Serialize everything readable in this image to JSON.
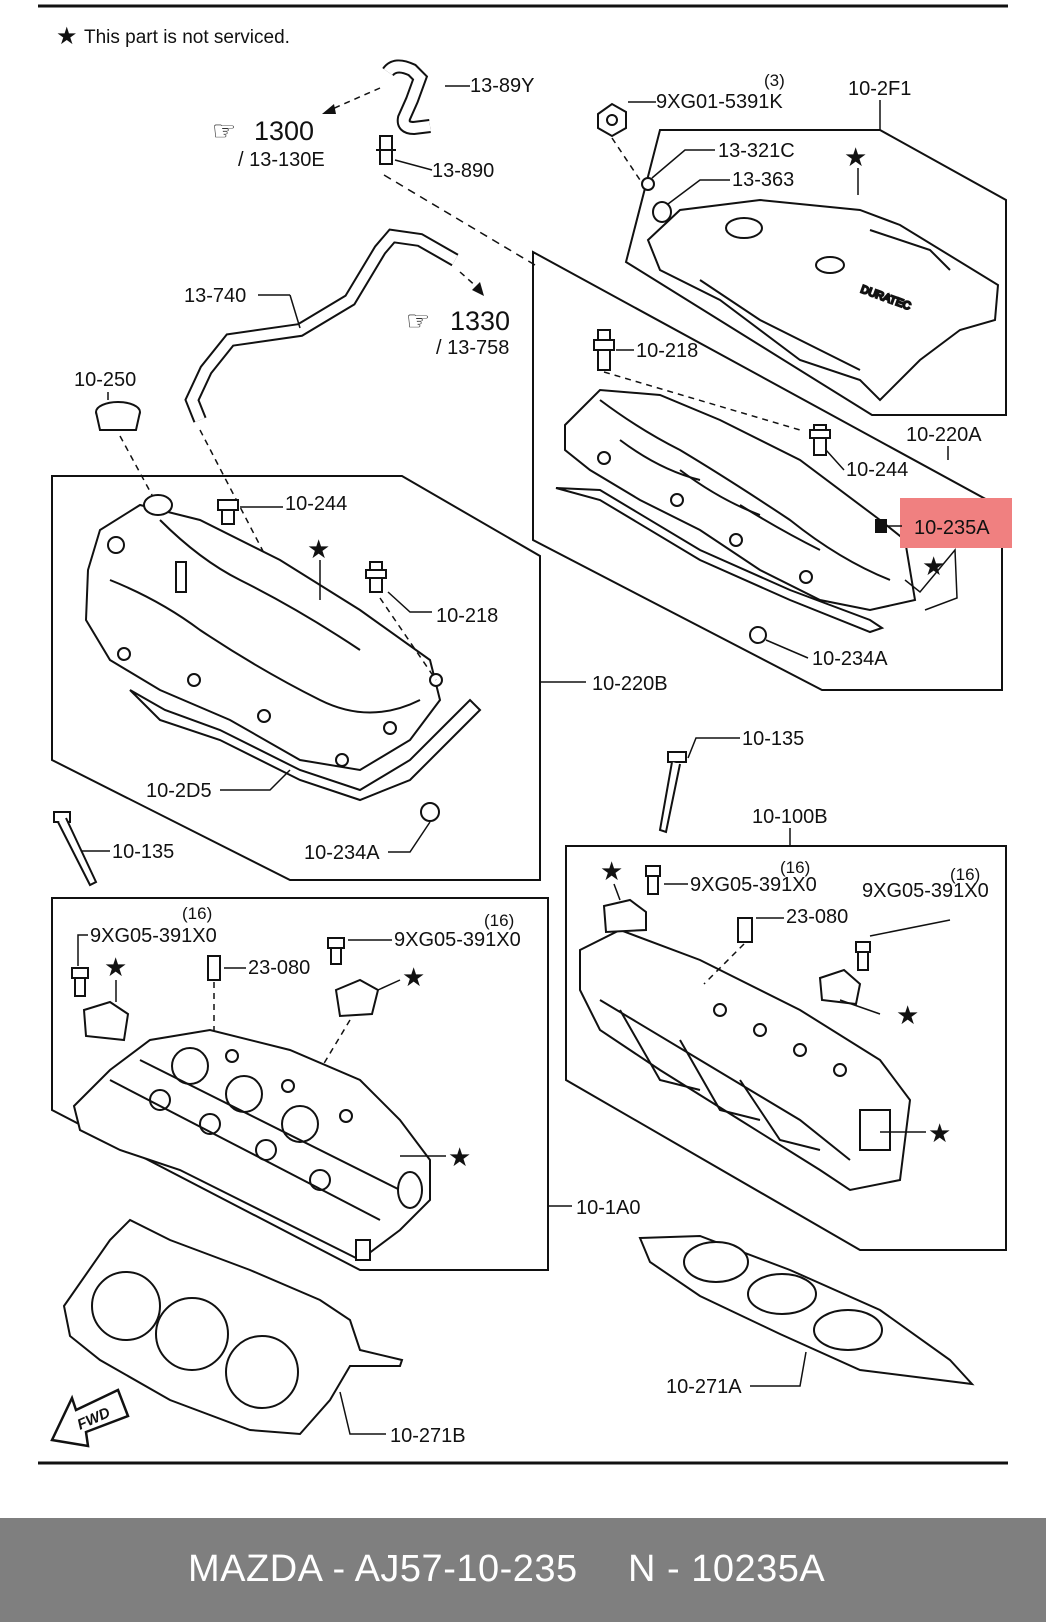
{
  "legend": {
    "star": "★",
    "note": "This part is not serviced."
  },
  "refs": {
    "r1300": "1300",
    "r1300_sub": "/ 13-130E",
    "r1330": "1330",
    "r1330_sub": "/ 13-758"
  },
  "parts": {
    "p13_89Y": "13-89Y",
    "p13_890": "13-890",
    "p13_740": "13-740",
    "p9XG01": "9XG01-5391K",
    "p9XG01_qty": "(3)",
    "p10_2F1": "10-2F1",
    "p13_321C": "13-321C",
    "p13_363": "13-363",
    "p10_218_a": "10-218",
    "p10_250": "10-250",
    "p10_220A": "10-220A",
    "p10_244_a": "10-244",
    "p10_235A": "10-235A",
    "p10_244_b": "10-244",
    "p10_218_b": "10-218",
    "p10_234A_a": "10-234A",
    "p10_220B": "10-220B",
    "p10_2D5": "10-2D5",
    "p10_234A_b": "10-234A",
    "p10_135_a": "10-135",
    "p10_135_b": "10-135",
    "p10_100B": "10-100B",
    "p9XG05_a": "9XG05-391X0",
    "p9XG05_a_qty": "(16)",
    "p9XG05_b": "9XG05-391X0",
    "p9XG05_b_qty": "(16)",
    "p9XG05_c": "9XG05-391X0",
    "p9XG05_c_qty": "(16)",
    "p9XG05_d": "9XG05-391X0",
    "p9XG05_d_qty": "(16)",
    "p23_080_a": "23-080",
    "p23_080_b": "23-080",
    "p10_1A0": "10-1A0",
    "p10_271A": "10-271A",
    "p10_271B": "10-271B",
    "fwd": "FWD"
  },
  "highlight": {
    "color": "#f08080",
    "part": "10-235A"
  },
  "footer": {
    "left": "MAZDA - AJ57-10-235",
    "right": "N - 10235A"
  }
}
